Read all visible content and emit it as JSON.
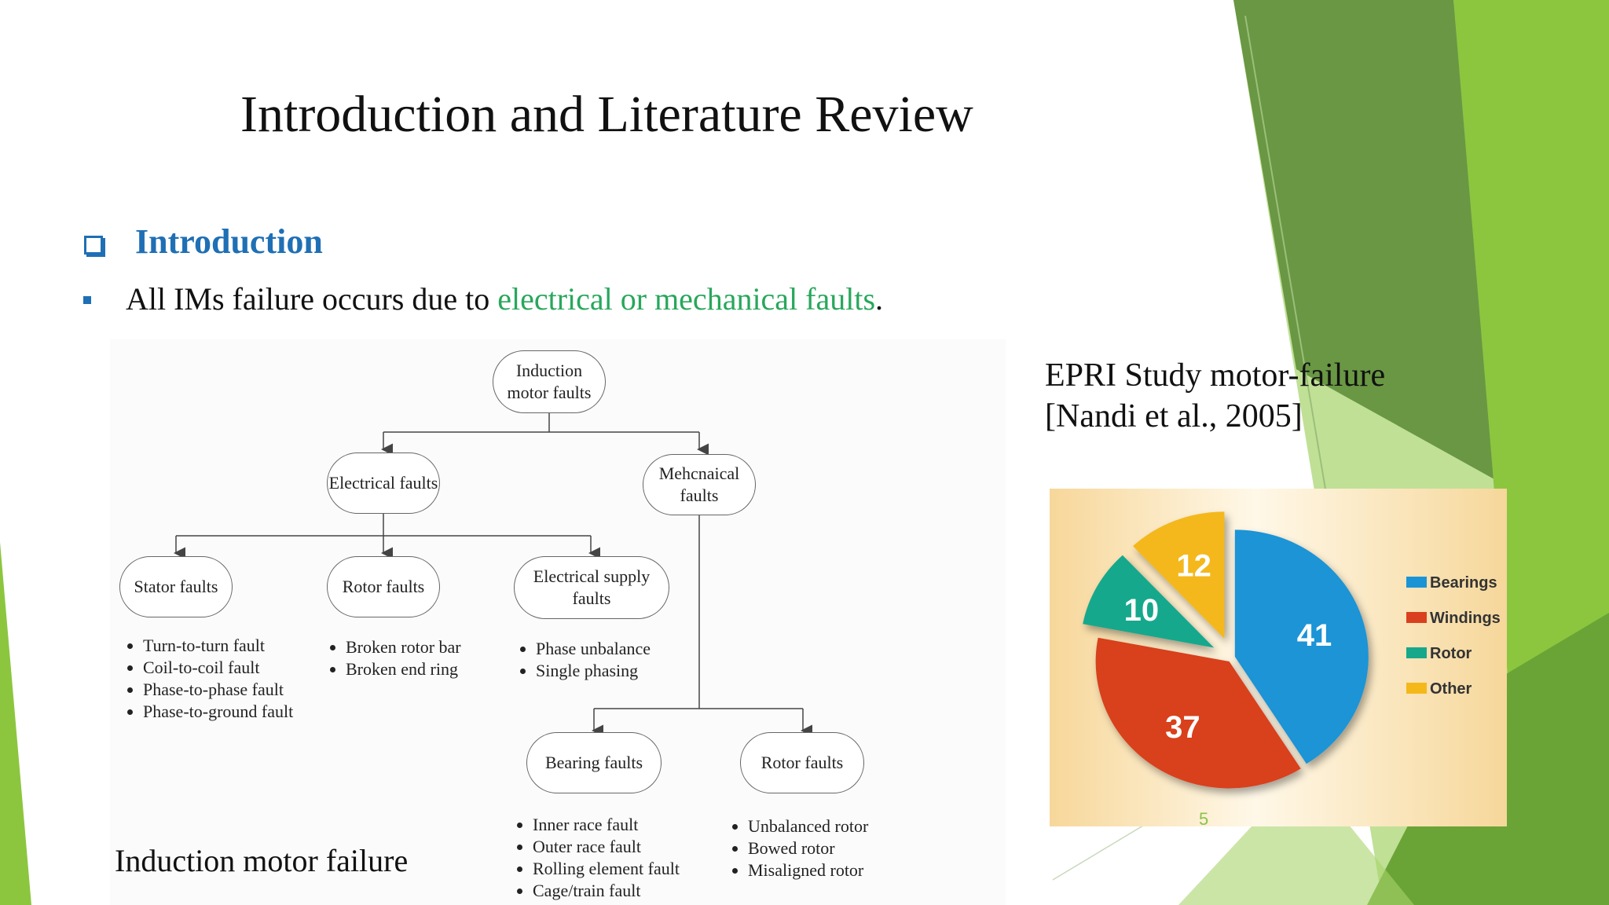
{
  "slide": {
    "title": "Introduction and Literature Review",
    "section_heading": "Introduction",
    "bullet_prefix": "All IMs failure occurs due to ",
    "bullet_highlight": "electrical or mechanical faults",
    "bullet_suffix": ".",
    "diagram_caption": "Induction motor failure",
    "chart_caption_line1": "EPRI Study motor-failure",
    "chart_caption_line2": "[Nandi et al., 2005]",
    "page_number": "5"
  },
  "diagram": {
    "root": "Induction motor faults",
    "electrical": "Electrical faults",
    "mechanical": "Mehcnaical faults",
    "stator": "Stator faults",
    "rotor_elec": "Rotor faults",
    "supply": "Electrical supply faults",
    "bearing": "Bearing faults",
    "rotor_mech": "Rotor faults",
    "stator_items": [
      "Turn-to-turn fault",
      "Coil-to-coil fault",
      "Phase-to-phase fault",
      "Phase-to-ground fault"
    ],
    "rotor_elec_items": [
      "Broken rotor bar",
      "Broken end ring"
    ],
    "supply_items": [
      "Phase unbalance",
      "Single phasing"
    ],
    "bearing_items": [
      "Inner race fault",
      "Outer race fault",
      "Rolling element fault",
      "Cage/train fault"
    ],
    "rotor_mech_items": [
      "Unbalanced rotor",
      "Bowed rotor",
      "Misaligned rotor"
    ]
  },
  "chart_data": {
    "type": "pie",
    "categories": [
      "Bearings",
      "Windings",
      "Rotor",
      "Other"
    ],
    "values": [
      41,
      37,
      10,
      12
    ],
    "colors": [
      "#1b94d6",
      "#d9401f",
      "#17a88c",
      "#f4b81a"
    ],
    "legend_position": "right"
  },
  "colors": {
    "accent_blue": "#1f6fb5",
    "highlight_green": "#28a75c",
    "decor_green_dark": "#5a9b35",
    "decor_green_light": "#8cc63f"
  }
}
